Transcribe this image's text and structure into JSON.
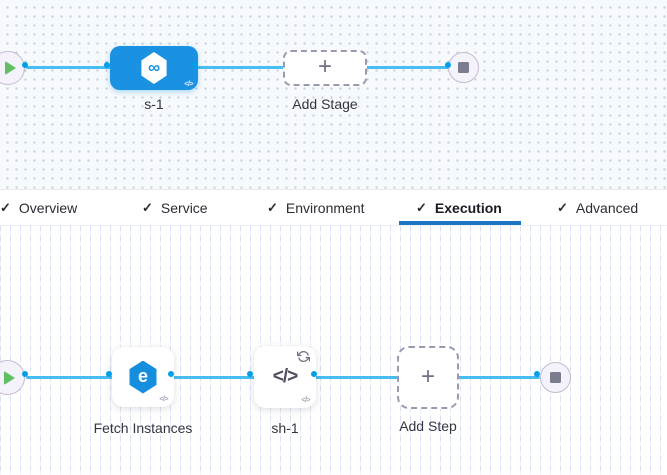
{
  "stage_pipeline": {
    "start_node": {
      "icon": "play-icon"
    },
    "end_node": {
      "icon": "stop-icon"
    },
    "stage": {
      "id": "s-1",
      "label": "s-1",
      "icon": "infinity-hexagon-icon",
      "code_badge": "</>"
    },
    "add_stage": {
      "label": "Add Stage",
      "icon": "plus-icon"
    }
  },
  "tabs": {
    "items": [
      {
        "label": "Overview",
        "checked": true,
        "active": false
      },
      {
        "label": "Service",
        "checked": true,
        "active": false
      },
      {
        "label": "Environment",
        "checked": true,
        "active": false
      },
      {
        "label": "Execution",
        "checked": true,
        "active": true
      },
      {
        "label": "Advanced",
        "checked": true,
        "active": false
      }
    ]
  },
  "execution_pipeline": {
    "start_node": {
      "icon": "play-icon"
    },
    "end_node": {
      "icon": "stop-icon"
    },
    "steps": [
      {
        "id": "fetch-instances",
        "label": "Fetch Instances",
        "icon": "elastigroup-icon",
        "icon_letter": "e",
        "code_badge": "</>",
        "has_loop": false
      },
      {
        "id": "sh-1",
        "label": "sh-1",
        "icon": "shell-script-icon",
        "icon_glyph": "</>",
        "code_badge": "</>",
        "has_loop": true
      }
    ],
    "add_step": {
      "label": "Add Step",
      "icon": "plus-icon"
    }
  },
  "icons": {
    "check": "✓",
    "plus": "+",
    "infinity": "∞",
    "code": "</>"
  },
  "colors": {
    "stage_blue": "#1b91e2",
    "edge_blue": "#47bdf2",
    "connector_blue": "#00a0e8",
    "icon_blue": "#168ede",
    "active_tab_underline": "#1d76c4",
    "play_green": "#5fbf61",
    "stop_gray": "#7b7c90",
    "canvas_top_bg": "#f7fafd",
    "label_text": "#34353f"
  }
}
